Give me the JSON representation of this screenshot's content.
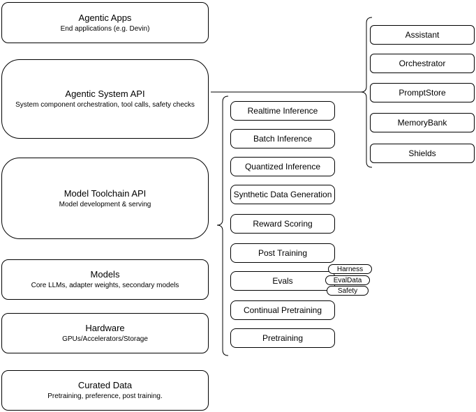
{
  "diagram": {
    "left_column": {
      "boxes": [
        {
          "title": "Agentic Apps",
          "subtitle": "End applications (e.g. Devin)"
        },
        {
          "title": "Agentic System API",
          "subtitle": "System component orchestration, tool calls, safety checks"
        },
        {
          "title": "Model Toolchain API",
          "subtitle": "Model development & serving"
        },
        {
          "title": "Models",
          "subtitle": "Core LLMs, adapter weights, secondary models"
        },
        {
          "title": "Hardware",
          "subtitle": "GPUs/Accelerators/Storage"
        },
        {
          "title": "Curated Data",
          "subtitle": "Pretraining, preference, post training."
        }
      ]
    },
    "toolchain_group": {
      "items": [
        "Realtime Inference",
        "Batch Inference",
        "Quantized Inference",
        "Synthetic Data Generation",
        "Reward Scoring",
        "Post Training",
        "Evals",
        "Continual Pretraining",
        "Pretraining"
      ],
      "eval_pills": [
        "Harness",
        "EvalData",
        "Safety"
      ]
    },
    "system_group": {
      "items": [
        "Assistant",
        "Orchestrator",
        "PromptStore",
        "MemoryBank",
        "Shields"
      ]
    },
    "colors": {
      "stroke": "#000000",
      "fill": "#ffffff",
      "text": "#000000"
    }
  }
}
